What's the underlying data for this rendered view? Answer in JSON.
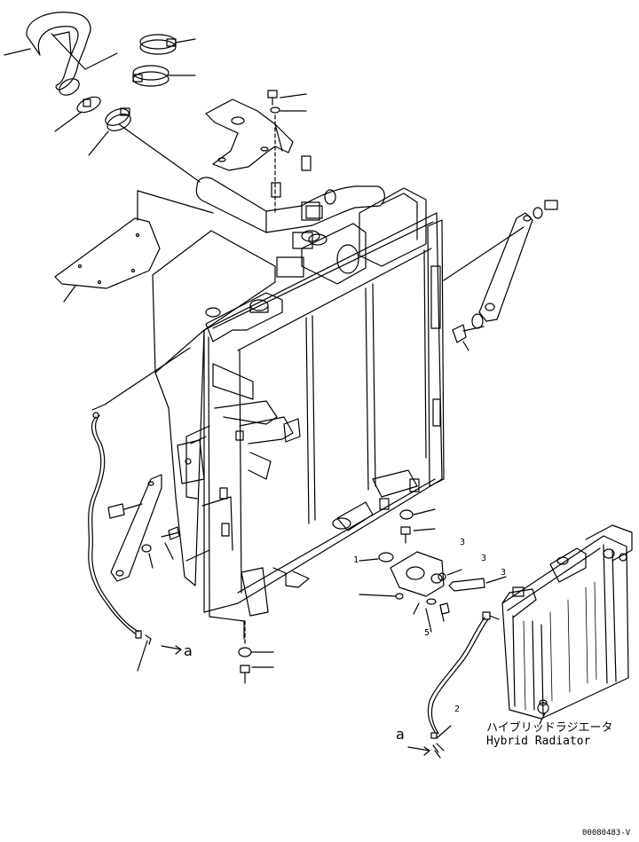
{
  "caption": {
    "japanese": "ハイブリッドラジエータ",
    "english": "Hybrid Radiator"
  },
  "drawing_code": "00080483-V",
  "connection_labels": [
    "a",
    "a"
  ],
  "callout_numbers": [
    "3",
    "3",
    "3",
    "1",
    "5",
    "2"
  ]
}
